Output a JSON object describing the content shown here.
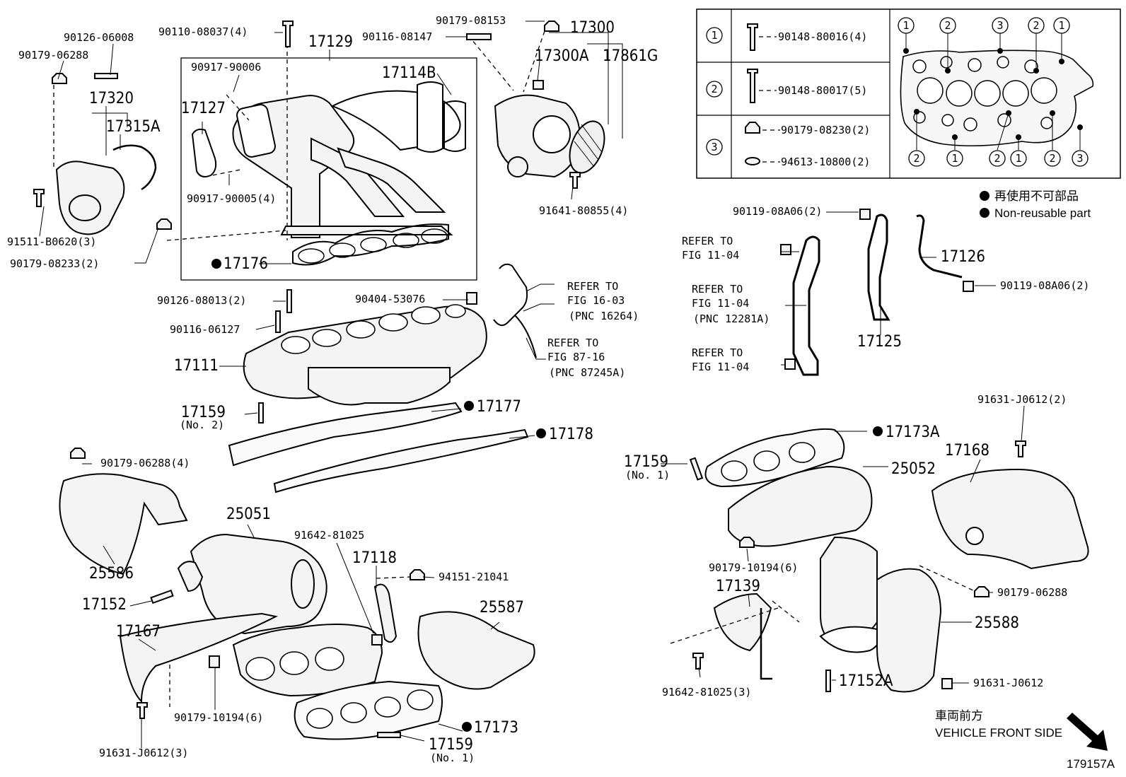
{
  "parts": {
    "p90126_06008": "90126-06008",
    "p90179_06288a": "90179-06288",
    "p90110_08037": "90110-08037(4)",
    "p17129": "17129",
    "p90116_08147": "90116-08147",
    "p90179_08153": "90179-08153",
    "p17300": "17300",
    "p17300A": "17300A",
    "p17861G": "17861G",
    "p17320": "17320",
    "p17315A": "17315A",
    "p90917_90006": "90917-90006",
    "p17114B": "17114B",
    "p17127": "17127",
    "p90917_90005": "90917-90005(4)",
    "p91641_80855": "91641-80855(4)",
    "p91511_B0620": "91511-B0620(3)",
    "p90179_08233": "90179-08233(2)",
    "p17176": "17176",
    "p90126_08013": "90126-08013(2)",
    "p90404_53076": "90404-53076",
    "p90116_06127": "90116-06127",
    "p17111": "17111",
    "p17159_no2": "17159",
    "p17159_no2_sub": "(No. 2)",
    "p17177": "17177",
    "p17178": "17178",
    "p90179_06288_4": "90179-06288(4)",
    "p25051": "25051",
    "p91642_81025": "91642-81025",
    "p17118": "17118",
    "p94151_21041": "94151-21041",
    "p25586": "25586",
    "p17152": "17152",
    "p25587": "25587",
    "p17167": "17167",
    "p90179_10194_left": "90179-10194(6)",
    "p17173": "17173",
    "p17159_no1b": "17159",
    "p17159_no1b_sub": "(No. 1)",
    "p91631_J0612_3": "91631-J0612(3)",
    "p90119_08A06_top": "90119-08A06(2)",
    "p17126": "17126",
    "p90119_08A06_r": "90119-08A06(2)",
    "p17125": "17125",
    "p91631_J0612_2": "91631-J0612(2)",
    "p17173A": "17173A",
    "p17159_no1": "17159",
    "p17159_no1_sub": "(No. 1)",
    "p25052": "25052",
    "p17168": "17168",
    "p90179_10194_right": "90179-10194(6)",
    "p17139": "17139",
    "p90179_06288_r": "90179-06288",
    "p25588": "25588",
    "p17152A": "17152A",
    "p91642_81025_3": "91642-81025(3)",
    "p91631_J0612": "91631-J0612"
  },
  "refs": {
    "r1": [
      "REFER TO",
      "FIG 16-03",
      "(PNC 16264)"
    ],
    "r2": [
      "REFER TO",
      "FIG 87-16",
      "(PNC 87245A)"
    ],
    "r3": [
      "REFER TO",
      "FIG 11-04"
    ],
    "r4": [
      "REFER TO",
      "FIG 11-04",
      "(PNC 12281A)"
    ],
    "r5": [
      "REFER TO",
      "FIG 11-04"
    ]
  },
  "legend_table": {
    "rows": [
      {
        "num": "1",
        "part": "90148-80016(4)"
      },
      {
        "num": "2",
        "part": "90148-80017(5)"
      },
      {
        "num": "3",
        "part_a": "90179-08230(2)",
        "part_b": "94613-10800(2)"
      }
    ],
    "top_marks": [
      "1",
      "2",
      "3",
      "2",
      "1"
    ],
    "bottom_marks": [
      "2",
      "1",
      "2",
      "1",
      "2",
      "3"
    ]
  },
  "notes": {
    "nonreusable_ja": "再使用不可部品",
    "nonreusable_en": "Non-reusable part",
    "front_ja": "車両前方",
    "front_en": "VEHICLE FRONT SIDE",
    "figure_id": "179157A"
  }
}
